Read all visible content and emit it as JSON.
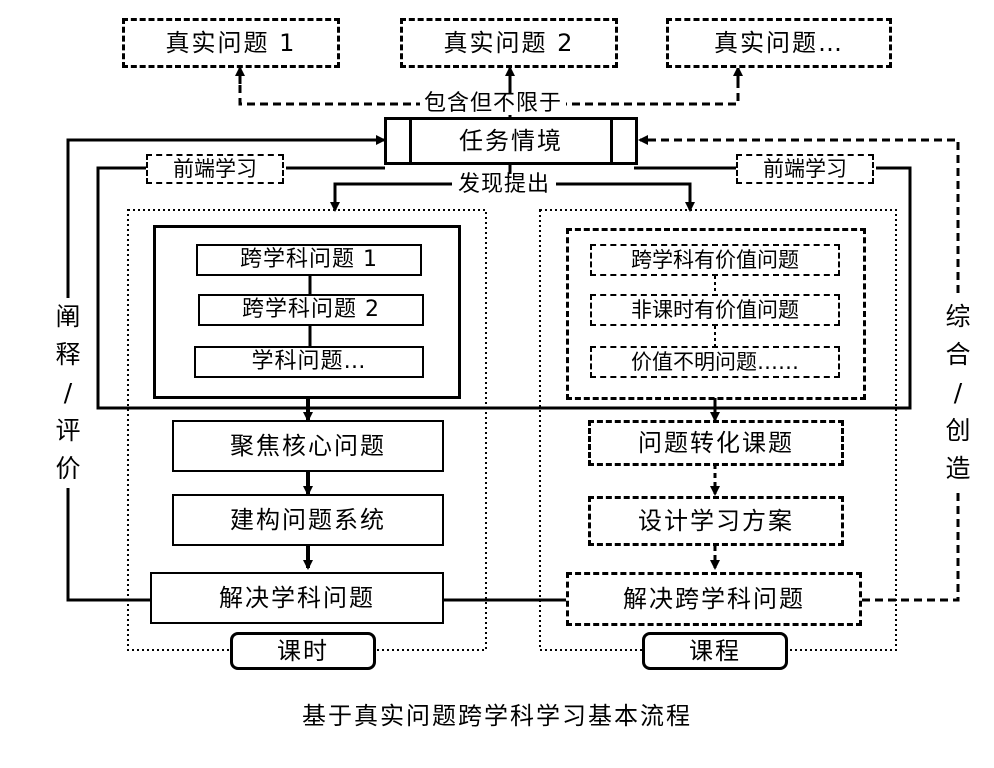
{
  "top_problems": [
    "真实问题 1",
    "真实问题 2",
    "真实问题…"
  ],
  "include_label": "包含但不限于",
  "task_context": "任务情境",
  "front_learning_left": "前端学习",
  "front_learning_right": "前端学习",
  "discover_label": "发现提出",
  "left_track": {
    "questions": [
      "跨学科问题 1",
      "跨学科问题 2",
      "学科问题…"
    ],
    "steps": [
      "聚焦核心问题",
      "建构问题系统",
      "解决学科问题"
    ],
    "tag": "课时"
  },
  "right_track": {
    "questions": [
      "跨学科有价值问题",
      "非课时有价值问题",
      "价值不明问题……"
    ],
    "steps": [
      "问题转化课题",
      "设计学习方案",
      "解决跨学科问题"
    ],
    "tag": "课程"
  },
  "left_side_label": [
    "阐",
    "释",
    "/",
    "评",
    "价"
  ],
  "right_side_label": [
    "综",
    "合",
    "/",
    "创",
    "造"
  ],
  "caption": "基于真实问题跨学科学习基本流程"
}
